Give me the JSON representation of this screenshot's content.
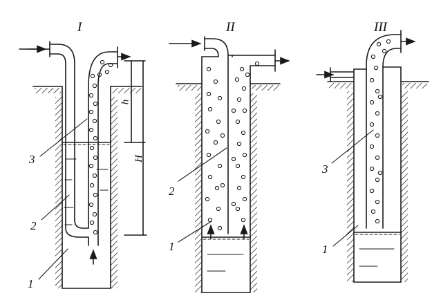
{
  "panels": [
    {
      "numeral": "I",
      "callouts": [
        "3",
        "2",
        "1"
      ],
      "dimensions": [
        "h",
        "H"
      ]
    },
    {
      "numeral": "II",
      "callouts": [
        "2",
        "1"
      ]
    },
    {
      "numeral": "III",
      "callouts": [
        "3",
        "1"
      ]
    }
  ],
  "colors": {
    "ink": "#1a1a1a",
    "paper": "#ffffff"
  }
}
